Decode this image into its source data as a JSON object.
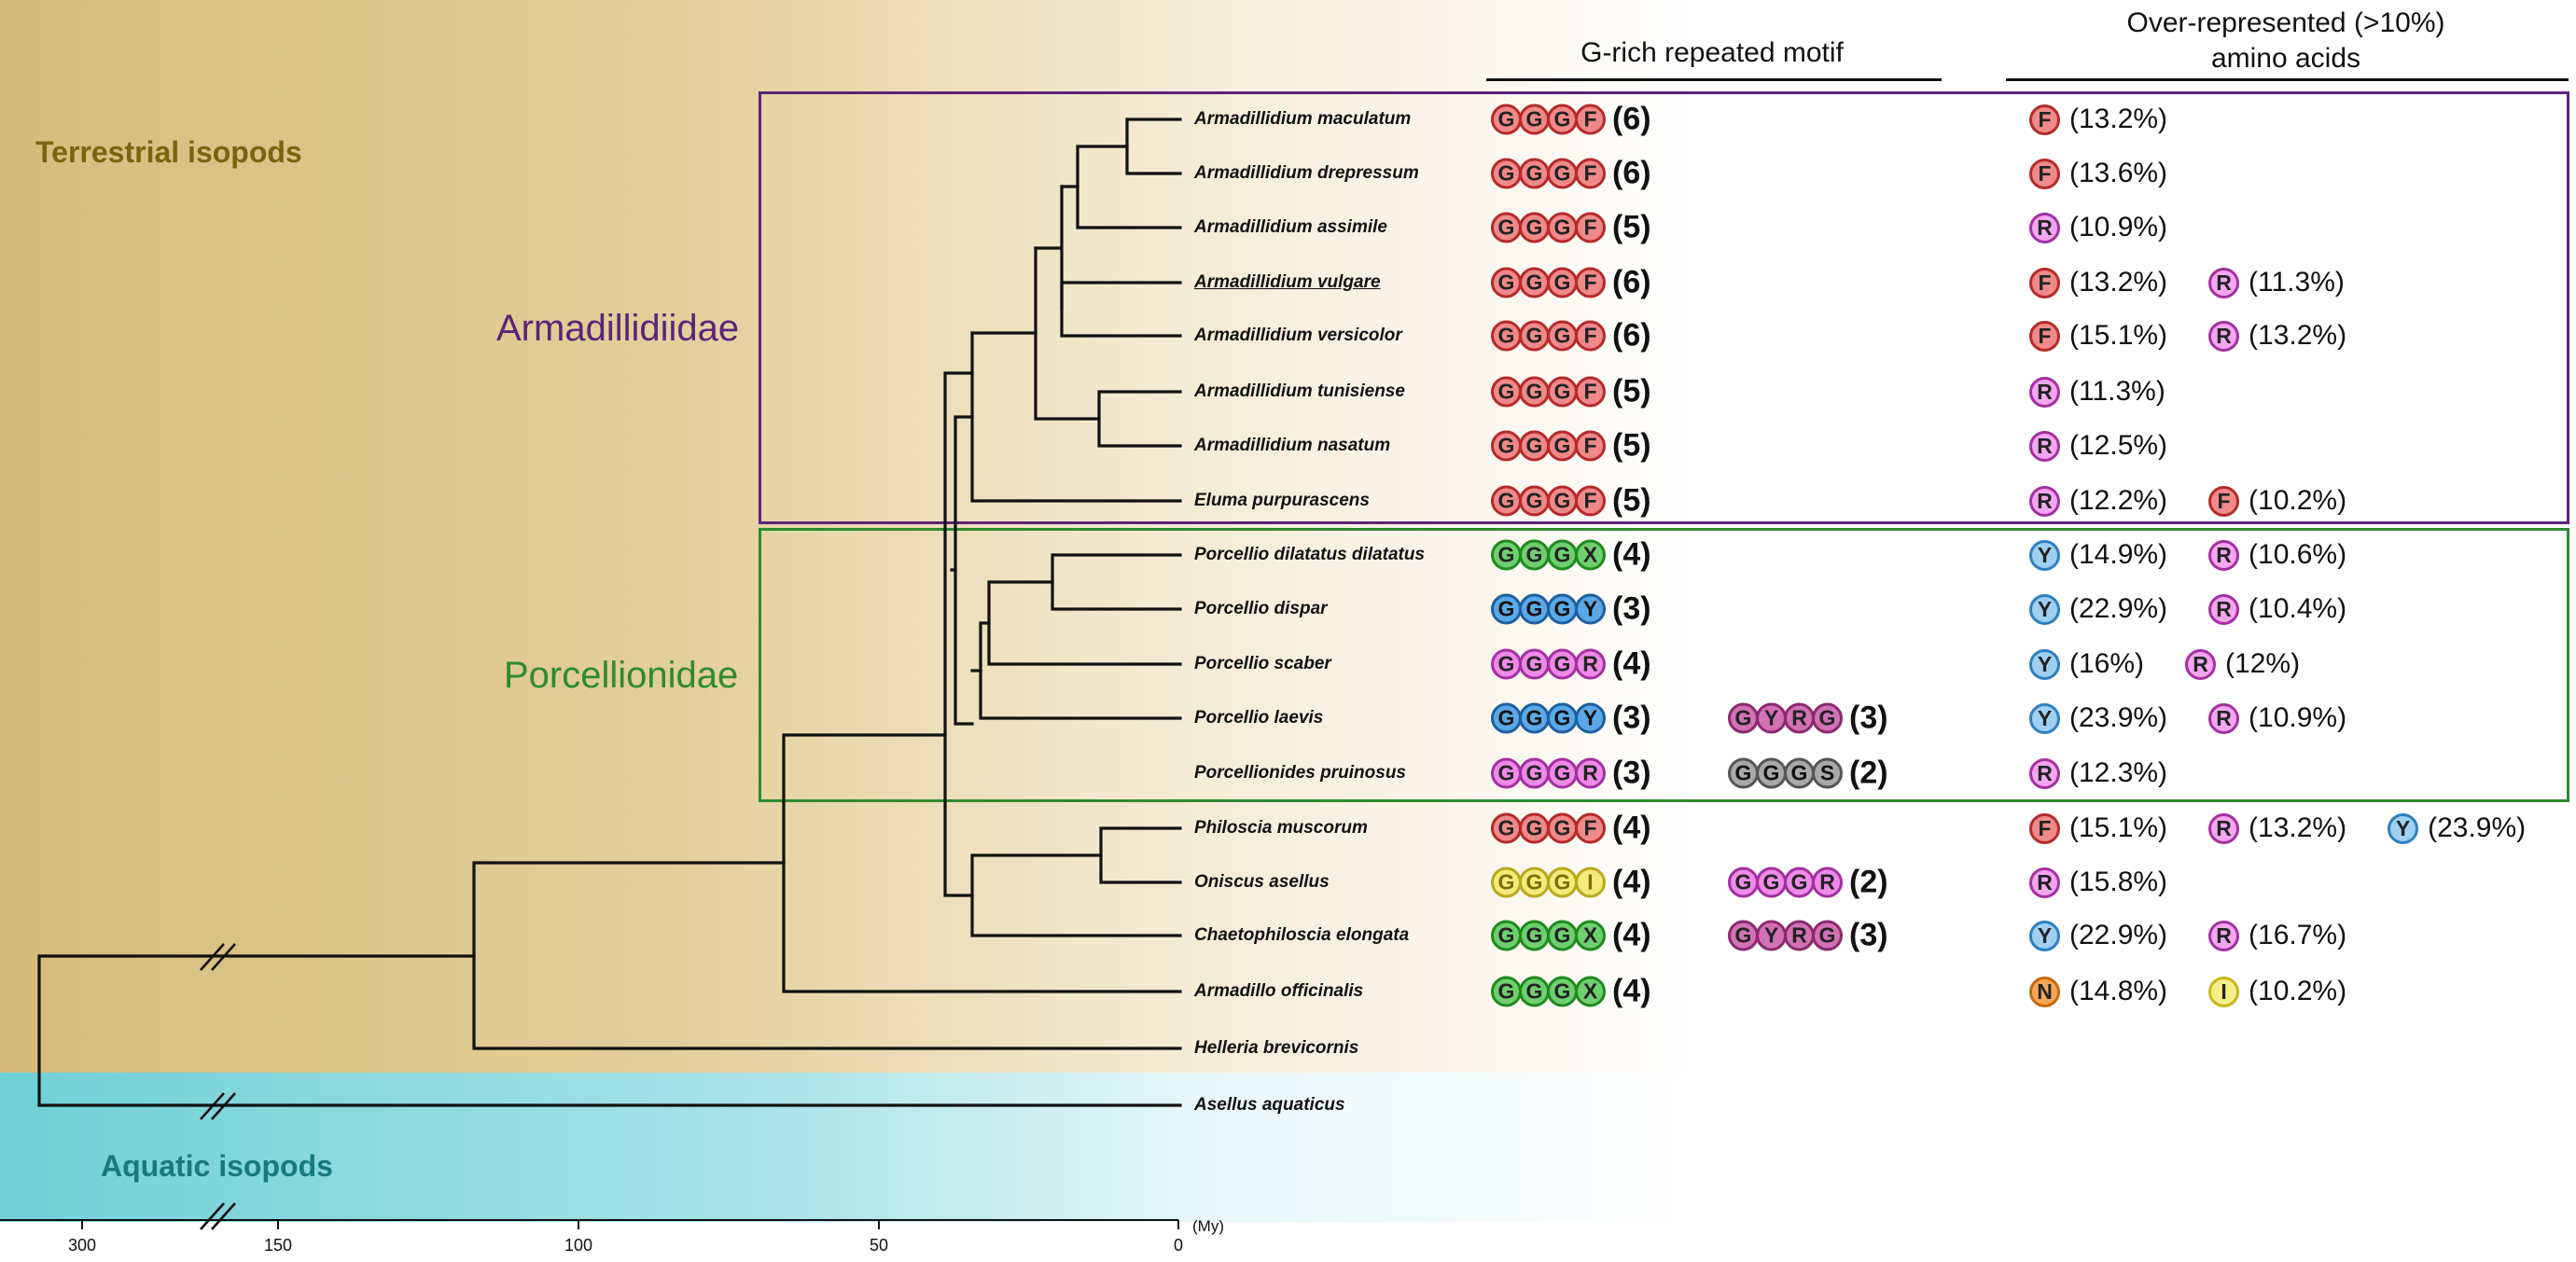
{
  "groups": {
    "terrestrial": "Terrestrial isopods",
    "aquatic": "Aquatic isopods"
  },
  "families": {
    "armadillidiidae": "Armadillidiidae",
    "porcellionidae": "Porcellionidae"
  },
  "headers": {
    "motif": "G-rich repeated motif",
    "aa_line1": "Over-represented (>10%)",
    "aa_line2": "amino acids"
  },
  "axis": {
    "ticks": [
      "300",
      "150",
      "100",
      "50",
      "0"
    ],
    "unit": "(My)"
  },
  "colors": {
    "F": {
      "fill": "#f08a8a",
      "stroke": "#b52a2a",
      "text": "#222"
    },
    "R": {
      "fill": "#f4a6f0",
      "stroke": "#a330a0",
      "text": "#222"
    },
    "Y": {
      "fill": "#9fd0f2",
      "stroke": "#2e7fc0",
      "text": "#222"
    },
    "GX": {
      "fill": "#6fcf6f",
      "stroke": "#1f8a1f",
      "text": "#222"
    },
    "GY": {
      "fill": "#5aa9e6",
      "stroke": "#1f5fa0",
      "text": "#111"
    },
    "GR": {
      "fill": "#ee8ae8",
      "stroke": "#a330a0",
      "text": "#222"
    },
    "GYRG": {
      "fill": "#d271b4",
      "stroke": "#8a2a6e",
      "text": "#222"
    },
    "GS": {
      "fill": "#a9a9a9",
      "stroke": "#555555",
      "text": "#111"
    },
    "GI": {
      "fill": "#f3ea7a",
      "stroke": "#b7a91d",
      "text": "#7a6d00"
    },
    "N": {
      "fill": "#f5a65a",
      "stroke": "#c46a10",
      "text": "#222"
    },
    "I": {
      "fill": "#f6f08a",
      "stroke": "#c9b81e",
      "text": "#222"
    },
    "terrestrial_label": "#7a6410",
    "aquatic_label": "#17787d",
    "armadillidiidae": "#5b2379",
    "porcellionidae": "#2e8b2e"
  },
  "species": [
    {
      "name": "Armadillidium maculatum",
      "motifs": [
        {
          "letters": [
            "G",
            "G",
            "G",
            "F"
          ],
          "scheme": "F",
          "count": "(6)"
        }
      ],
      "aa": [
        {
          "letter": "F",
          "scheme": "F",
          "pct": "(13.2%)"
        }
      ]
    },
    {
      "name": "Armadillidium drepressum",
      "motifs": [
        {
          "letters": [
            "G",
            "G",
            "G",
            "F"
          ],
          "scheme": "F",
          "count": "(6)"
        }
      ],
      "aa": [
        {
          "letter": "F",
          "scheme": "F",
          "pct": "(13.6%)"
        }
      ]
    },
    {
      "name": "Armadillidium assimile",
      "motifs": [
        {
          "letters": [
            "G",
            "G",
            "G",
            "F"
          ],
          "scheme": "F",
          "count": "(5)"
        }
      ],
      "aa": [
        {
          "letter": "R",
          "scheme": "R",
          "pct": "(10.9%)"
        }
      ]
    },
    {
      "name": "Armadillidium vulgare",
      "underline": true,
      "motifs": [
        {
          "letters": [
            "G",
            "G",
            "G",
            "F"
          ],
          "scheme": "F",
          "count": "(6)"
        }
      ],
      "aa": [
        {
          "letter": "F",
          "scheme": "F",
          "pct": "(13.2%)"
        },
        {
          "letter": "R",
          "scheme": "R",
          "pct": "(11.3%)"
        }
      ]
    },
    {
      "name": "Armadillidium versicolor",
      "motifs": [
        {
          "letters": [
            "G",
            "G",
            "G",
            "F"
          ],
          "scheme": "F",
          "count": "(6)"
        }
      ],
      "aa": [
        {
          "letter": "F",
          "scheme": "F",
          "pct": "(15.1%)"
        },
        {
          "letter": "R",
          "scheme": "R",
          "pct": "(13.2%)"
        }
      ]
    },
    {
      "name": "Armadillidium tunisiense",
      "motifs": [
        {
          "letters": [
            "G",
            "G",
            "G",
            "F"
          ],
          "scheme": "F",
          "count": "(5)"
        }
      ],
      "aa": [
        {
          "letter": "R",
          "scheme": "R",
          "pct": "(11.3%)"
        }
      ]
    },
    {
      "name": "Armadillidium nasatum",
      "motifs": [
        {
          "letters": [
            "G",
            "G",
            "G",
            "F"
          ],
          "scheme": "F",
          "count": "(5)"
        }
      ],
      "aa": [
        {
          "letter": "R",
          "scheme": "R",
          "pct": "(12.5%)"
        }
      ]
    },
    {
      "name": "Eluma purpurascens",
      "motifs": [
        {
          "letters": [
            "G",
            "G",
            "G",
            "F"
          ],
          "scheme": "F",
          "count": "(5)"
        }
      ],
      "aa": [
        {
          "letter": "R",
          "scheme": "R",
          "pct": "(12.2%)"
        },
        {
          "letter": "F",
          "scheme": "F",
          "pct": "(10.2%)"
        }
      ]
    },
    {
      "name": "Porcellio dilatatus dilatatus",
      "motifs": [
        {
          "letters": [
            "G",
            "G",
            "G",
            "X"
          ],
          "scheme": "GX",
          "count": "(4)"
        }
      ],
      "aa": [
        {
          "letter": "Y",
          "scheme": "Y",
          "pct": "(14.9%)"
        },
        {
          "letter": "R",
          "scheme": "R",
          "pct": "(10.6%)"
        }
      ]
    },
    {
      "name": "Porcellio dispar",
      "motifs": [
        {
          "letters": [
            "G",
            "G",
            "G",
            "Y"
          ],
          "scheme": "GY",
          "count": "(3)"
        }
      ],
      "aa": [
        {
          "letter": "Y",
          "scheme": "Y",
          "pct": "(22.9%)"
        },
        {
          "letter": "R",
          "scheme": "R",
          "pct": "(10.4%)"
        }
      ]
    },
    {
      "name": "Porcellio scaber",
      "motifs": [
        {
          "letters": [
            "G",
            "G",
            "G",
            "R"
          ],
          "scheme": "GR",
          "count": "(4)"
        }
      ],
      "aa": [
        {
          "letter": "Y",
          "scheme": "Y",
          "pct": "(16%)"
        },
        {
          "letter": "R",
          "scheme": "R",
          "pct": "(12%)"
        }
      ]
    },
    {
      "name": "Porcellio laevis",
      "motifs": [
        {
          "letters": [
            "G",
            "G",
            "G",
            "Y"
          ],
          "scheme": "GY",
          "count": "(3)"
        },
        {
          "letters": [
            "G",
            "Y",
            "R",
            "G"
          ],
          "scheme": "GYRG",
          "count": "(3)"
        }
      ],
      "aa": [
        {
          "letter": "Y",
          "scheme": "Y",
          "pct": "(23.9%)"
        },
        {
          "letter": "R",
          "scheme": "R",
          "pct": "(10.9%)"
        }
      ]
    },
    {
      "name": "Porcellionides pruinosus",
      "motifs": [
        {
          "letters": [
            "G",
            "G",
            "G",
            "R"
          ],
          "scheme": "GR",
          "count": "(3)"
        },
        {
          "letters": [
            "G",
            "G",
            "G",
            "S"
          ],
          "scheme": "GS",
          "count": "(2)"
        }
      ],
      "aa": [
        {
          "letter": "R",
          "scheme": "R",
          "pct": "(12.3%)"
        }
      ]
    },
    {
      "name": "Philoscia muscorum",
      "motifs": [
        {
          "letters": [
            "G",
            "G",
            "G",
            "F"
          ],
          "scheme": "F",
          "count": "(4)"
        }
      ],
      "aa": [
        {
          "letter": "F",
          "scheme": "F",
          "pct": "(15.1%)"
        },
        {
          "letter": "R",
          "scheme": "R",
          "pct": "(13.2%)"
        },
        {
          "letter": "Y",
          "scheme": "Y",
          "pct": "(23.9%)"
        }
      ]
    },
    {
      "name": "Oniscus asellus",
      "motifs": [
        {
          "letters": [
            "G",
            "G",
            "G",
            "I"
          ],
          "scheme": "GI",
          "count": "(4)"
        },
        {
          "letters": [
            "G",
            "G",
            "G",
            "R"
          ],
          "scheme": "GR",
          "count": "(2)"
        }
      ],
      "aa": [
        {
          "letter": "R",
          "scheme": "R",
          "pct": "(15.8%)"
        }
      ]
    },
    {
      "name": "Chaetophiloscia elongata",
      "motifs": [
        {
          "letters": [
            "G",
            "G",
            "G",
            "X"
          ],
          "scheme": "GX",
          "count": "(4)"
        },
        {
          "letters": [
            "G",
            "Y",
            "R",
            "G"
          ],
          "scheme": "GYRG",
          "count": "(3)"
        }
      ],
      "aa": [
        {
          "letter": "Y",
          "scheme": "Y",
          "pct": "(22.9%)"
        },
        {
          "letter": "R",
          "scheme": "R",
          "pct": "(16.7%)"
        }
      ]
    },
    {
      "name": "Armadillo officinalis",
      "motifs": [
        {
          "letters": [
            "G",
            "G",
            "G",
            "X"
          ],
          "scheme": "GX",
          "count": "(4)"
        }
      ],
      "aa": [
        {
          "letter": "N",
          "scheme": "N",
          "pct": "(14.8%)"
        },
        {
          "letter": "I",
          "scheme": "I",
          "pct": "(10.2%)"
        }
      ]
    },
    {
      "name": "Helleria brevicornis",
      "motifs": [],
      "aa": []
    },
    {
      "name": "Asellus aquaticus",
      "motifs": [],
      "aa": []
    }
  ]
}
